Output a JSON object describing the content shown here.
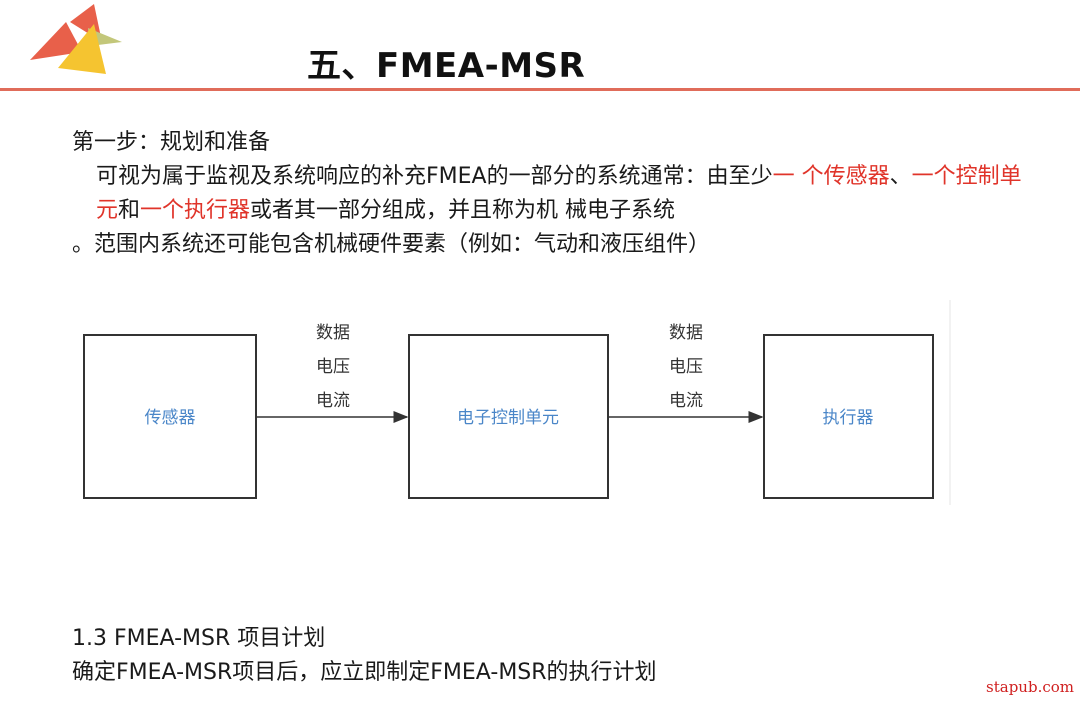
{
  "slide": {
    "title": "五、FMEA-MSR"
  },
  "body": {
    "heading": "第一步：规划和准备",
    "para_a": "可视为属于监视及系统响应的补充FMEA的一部分的系统通常：由至少",
    "highlight_1": "一 个传感器",
    "sep_1": "、",
    "highlight_2": "一个控制单元",
    "sep_2": "和",
    "highlight_3": "一个执行器",
    "para_b": "或者其一部分组成，并且称为机 械电子系统",
    "para_c": "。范围内系统还可能包含机械硬件要素（例如：气动和液压组件）"
  },
  "diagram": {
    "nodes": [
      {
        "id": "sensor",
        "label": "传感器"
      },
      {
        "id": "ecu",
        "label": "电子控制单元"
      },
      {
        "id": "actuator",
        "label": "执行器"
      }
    ],
    "edges": [
      {
        "from": "sensor",
        "to": "ecu",
        "labels": [
          "数据",
          "电压",
          "电流"
        ]
      },
      {
        "from": "ecu",
        "to": "actuator",
        "labels": [
          "数据",
          "电压",
          "电流"
        ]
      }
    ],
    "colors": {
      "node_text": "#4a86c8",
      "edge_text": "#333333",
      "border": "#333333"
    }
  },
  "section": {
    "heading": "1.3 FMEA-MSR 项目计划",
    "text": "确定FMEA-MSR项目后，应立即制定FMEA-MSR的执行计划"
  },
  "watermark": "stapub.com",
  "colors": {
    "accent_red": "#e0342a",
    "rule": "#e06c5a",
    "logo_red": "#e8604a",
    "logo_yellow": "#f5c430",
    "logo_green": "#c3c77a"
  }
}
